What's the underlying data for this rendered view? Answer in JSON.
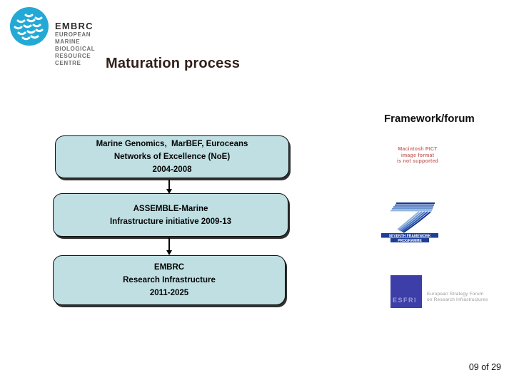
{
  "slide": {
    "title": "Maturation process",
    "title_color": "#33201a",
    "background_color": "#ffffff",
    "page_number": "09 of 29"
  },
  "logo": {
    "name": "EMBRC",
    "subtitle_line1": "EUROPEAN",
    "subtitle_line2": "MARINE",
    "subtitle_line3": "BIOLOGICAL",
    "subtitle_line4": "RESOURCE",
    "subtitle_line5": "CENTRE",
    "circle_color": "#23a9d6"
  },
  "framework_label": "Framework/forum",
  "flowchart": {
    "box_fill_color": "#bfdfe3",
    "box_border_color": "#101010",
    "boxes": [
      {
        "line1": "Marine Genomics,  MarBEF, Euroceans",
        "line2": "Networks of Excellence (NoE)",
        "line3": "2004-2008"
      },
      {
        "line1": "ASSEMBLE-Marine",
        "line2": "Infrastructure initiative 2009-13"
      },
      {
        "line1": "EMBRC",
        "line2": "Research Infrastructure",
        "line3": "2011-2025"
      }
    ]
  },
  "pict_placeholder": {
    "line1": "Macintosh PICT",
    "line2": "image format",
    "line3": "is not supported",
    "text_color": "#c9706f"
  },
  "fp7_logo": {
    "bar1_label": "SEVENTH FRAMEWORK",
    "bar2_label": "PROGRAMME",
    "color": "#1d3e99"
  },
  "esfri_logo": {
    "name": "ESFRI",
    "square_color": "#3e3ea8",
    "caption_line1": "European Strategy Forum",
    "caption_line2": "on Research Infrastructures"
  }
}
